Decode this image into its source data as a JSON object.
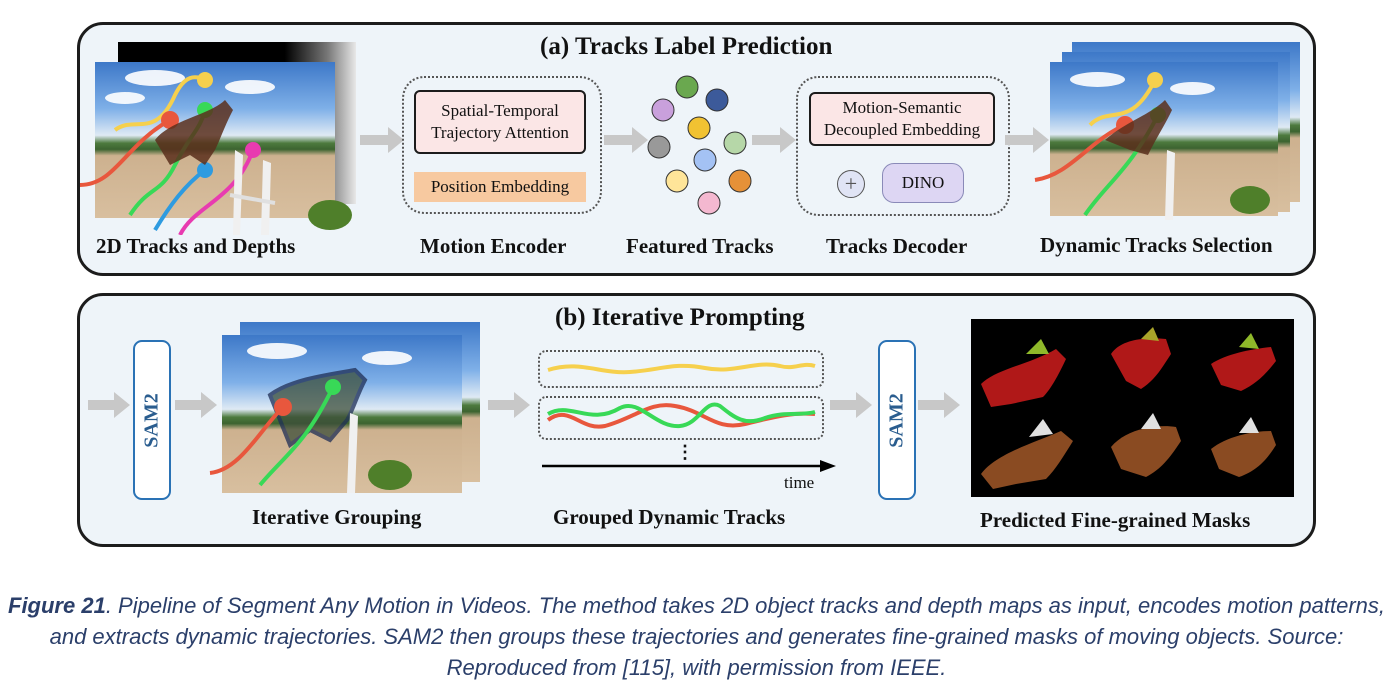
{
  "panel_a": {
    "title": "(a) Tracks Label Prediction",
    "labels": {
      "tracks_depths": "2D Tracks and Depths",
      "motion_encoder": "Motion Encoder",
      "featured_tracks": "Featured Tracks",
      "tracks_decoder": "Tracks Decoder",
      "selection": "Dynamic Tracks Selection"
    },
    "encoder": {
      "attention": "Spatial-Temporal Trajectory Attention",
      "position": "Position Embedding"
    },
    "decoder": {
      "embedding": "Motion-Semantic Decoupled Embedding",
      "plus": "+",
      "dino": "DINO"
    },
    "feature_colors": [
      "#6aa84f",
      "#c9a0dc",
      "#3c5a9a",
      "#f1c232",
      "#b6d7a8",
      "#999999",
      "#a4c2f4",
      "#ffe599",
      "#e06666",
      "#f4b8d0",
      "#e69138"
    ]
  },
  "panel_b": {
    "title": "(b) Iterative Prompting",
    "sam_left": "SAM2",
    "sam_right": "SAM2",
    "labels": {
      "grouping": "Iterative Grouping",
      "grouped": "Grouped Dynamic Tracks",
      "masks": "Predicted Fine-grained Masks"
    },
    "time_label": "time",
    "ellipsis": "⋮"
  },
  "caption": {
    "figure_label": "Figure 21",
    "text": ". Pipeline of Segment Any Motion in Videos. The method takes 2D object tracks and depth maps as input, encodes motion patterns, and extracts dynamic trajectories. SAM2 then groups these trajectories and generates fine-grained masks of moving objects. Source: Reproduced from [115], with permission from IEEE."
  },
  "colors": {
    "yellow": "#f6d04d",
    "green": "#38d957",
    "red": "#e8573d",
    "blue": "#2e9be0",
    "pink": "#e83bb0",
    "sam_blue": "#2a72b5"
  }
}
